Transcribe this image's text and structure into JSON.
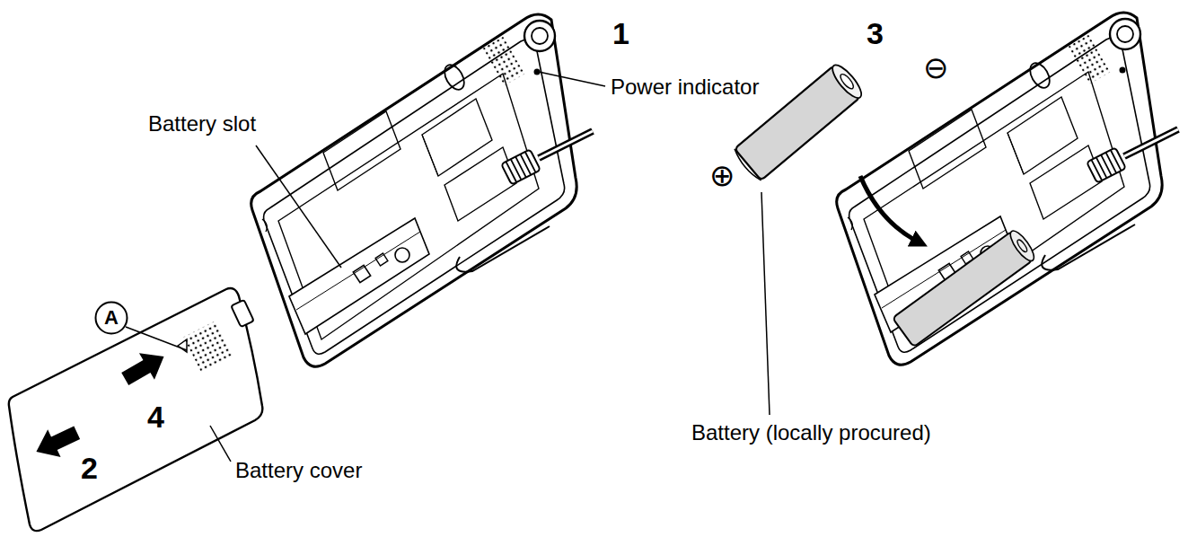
{
  "diagram": {
    "nodes": [
      {
        "text": [
          "A"
        ]
      }
    ],
    "labels": [
      "1",
      "Power indicator",
      "Battery slot",
      "3",
      "⊖",
      "⊕",
      "2",
      "4",
      "Battery cover",
      "Battery (locally procured)"
    ]
  }
}
